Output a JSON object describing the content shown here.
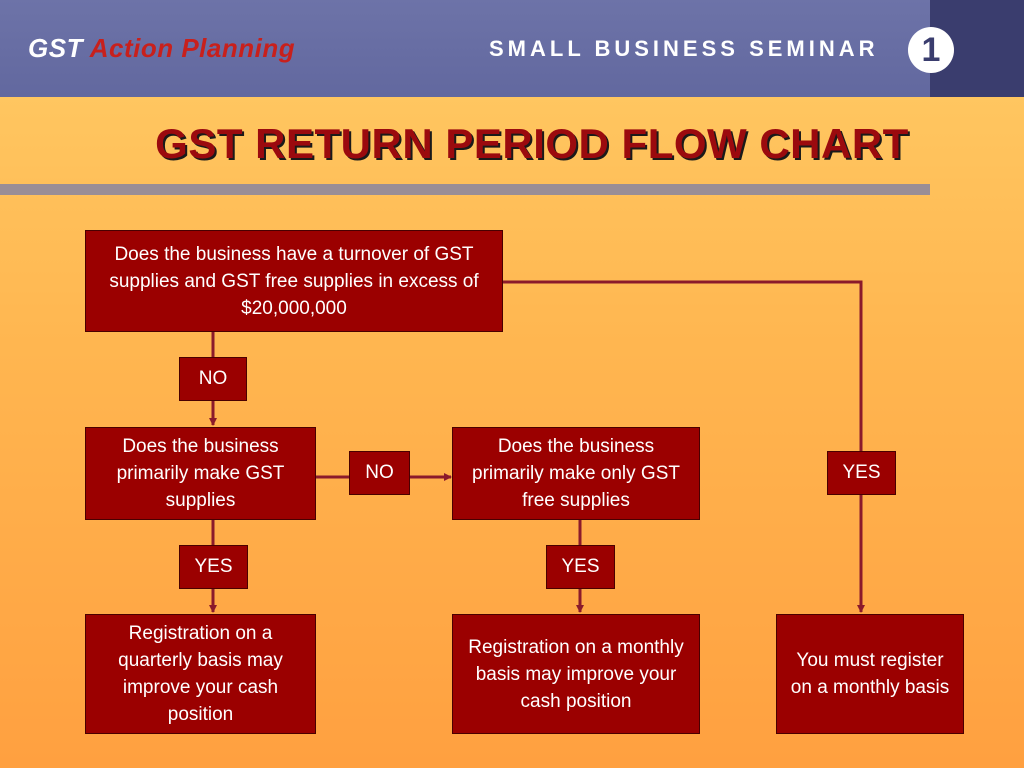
{
  "header": {
    "brand_gst": "GST",
    "brand_action": "Action Planning",
    "seminar": "SMALL BUSINESS SEMINAR",
    "seminar_number": "1"
  },
  "title": "GST RETURN PERIOD FLOW CHART",
  "colors": {
    "banner": "#6d73a8",
    "banner_dark": "#3a3d6e",
    "box_fill": "#9b0000",
    "connector": "#8b1a2b",
    "title_text": "#9b0a0e",
    "background_top": "#ffcc66",
    "background_bottom": "#ffa040"
  },
  "flowchart": {
    "q_turnover": "Does the business have a turnover of GST supplies and GST free supplies in excess of $20,000,000",
    "q_gst_supplies": "Does the business primarily make GST supplies",
    "q_gst_free": "Does the business primarily make only GST free supplies",
    "r_quarterly": "Registration on a quarterly basis may improve your cash position",
    "r_monthly_optional": "Registration on a monthly basis may improve your cash position",
    "r_monthly_required": "You must register on a monthly basis",
    "label_no_1": "NO",
    "label_no_2": "NO",
    "label_yes_1": "YES",
    "label_yes_2": "YES",
    "label_yes_3": "YES"
  }
}
